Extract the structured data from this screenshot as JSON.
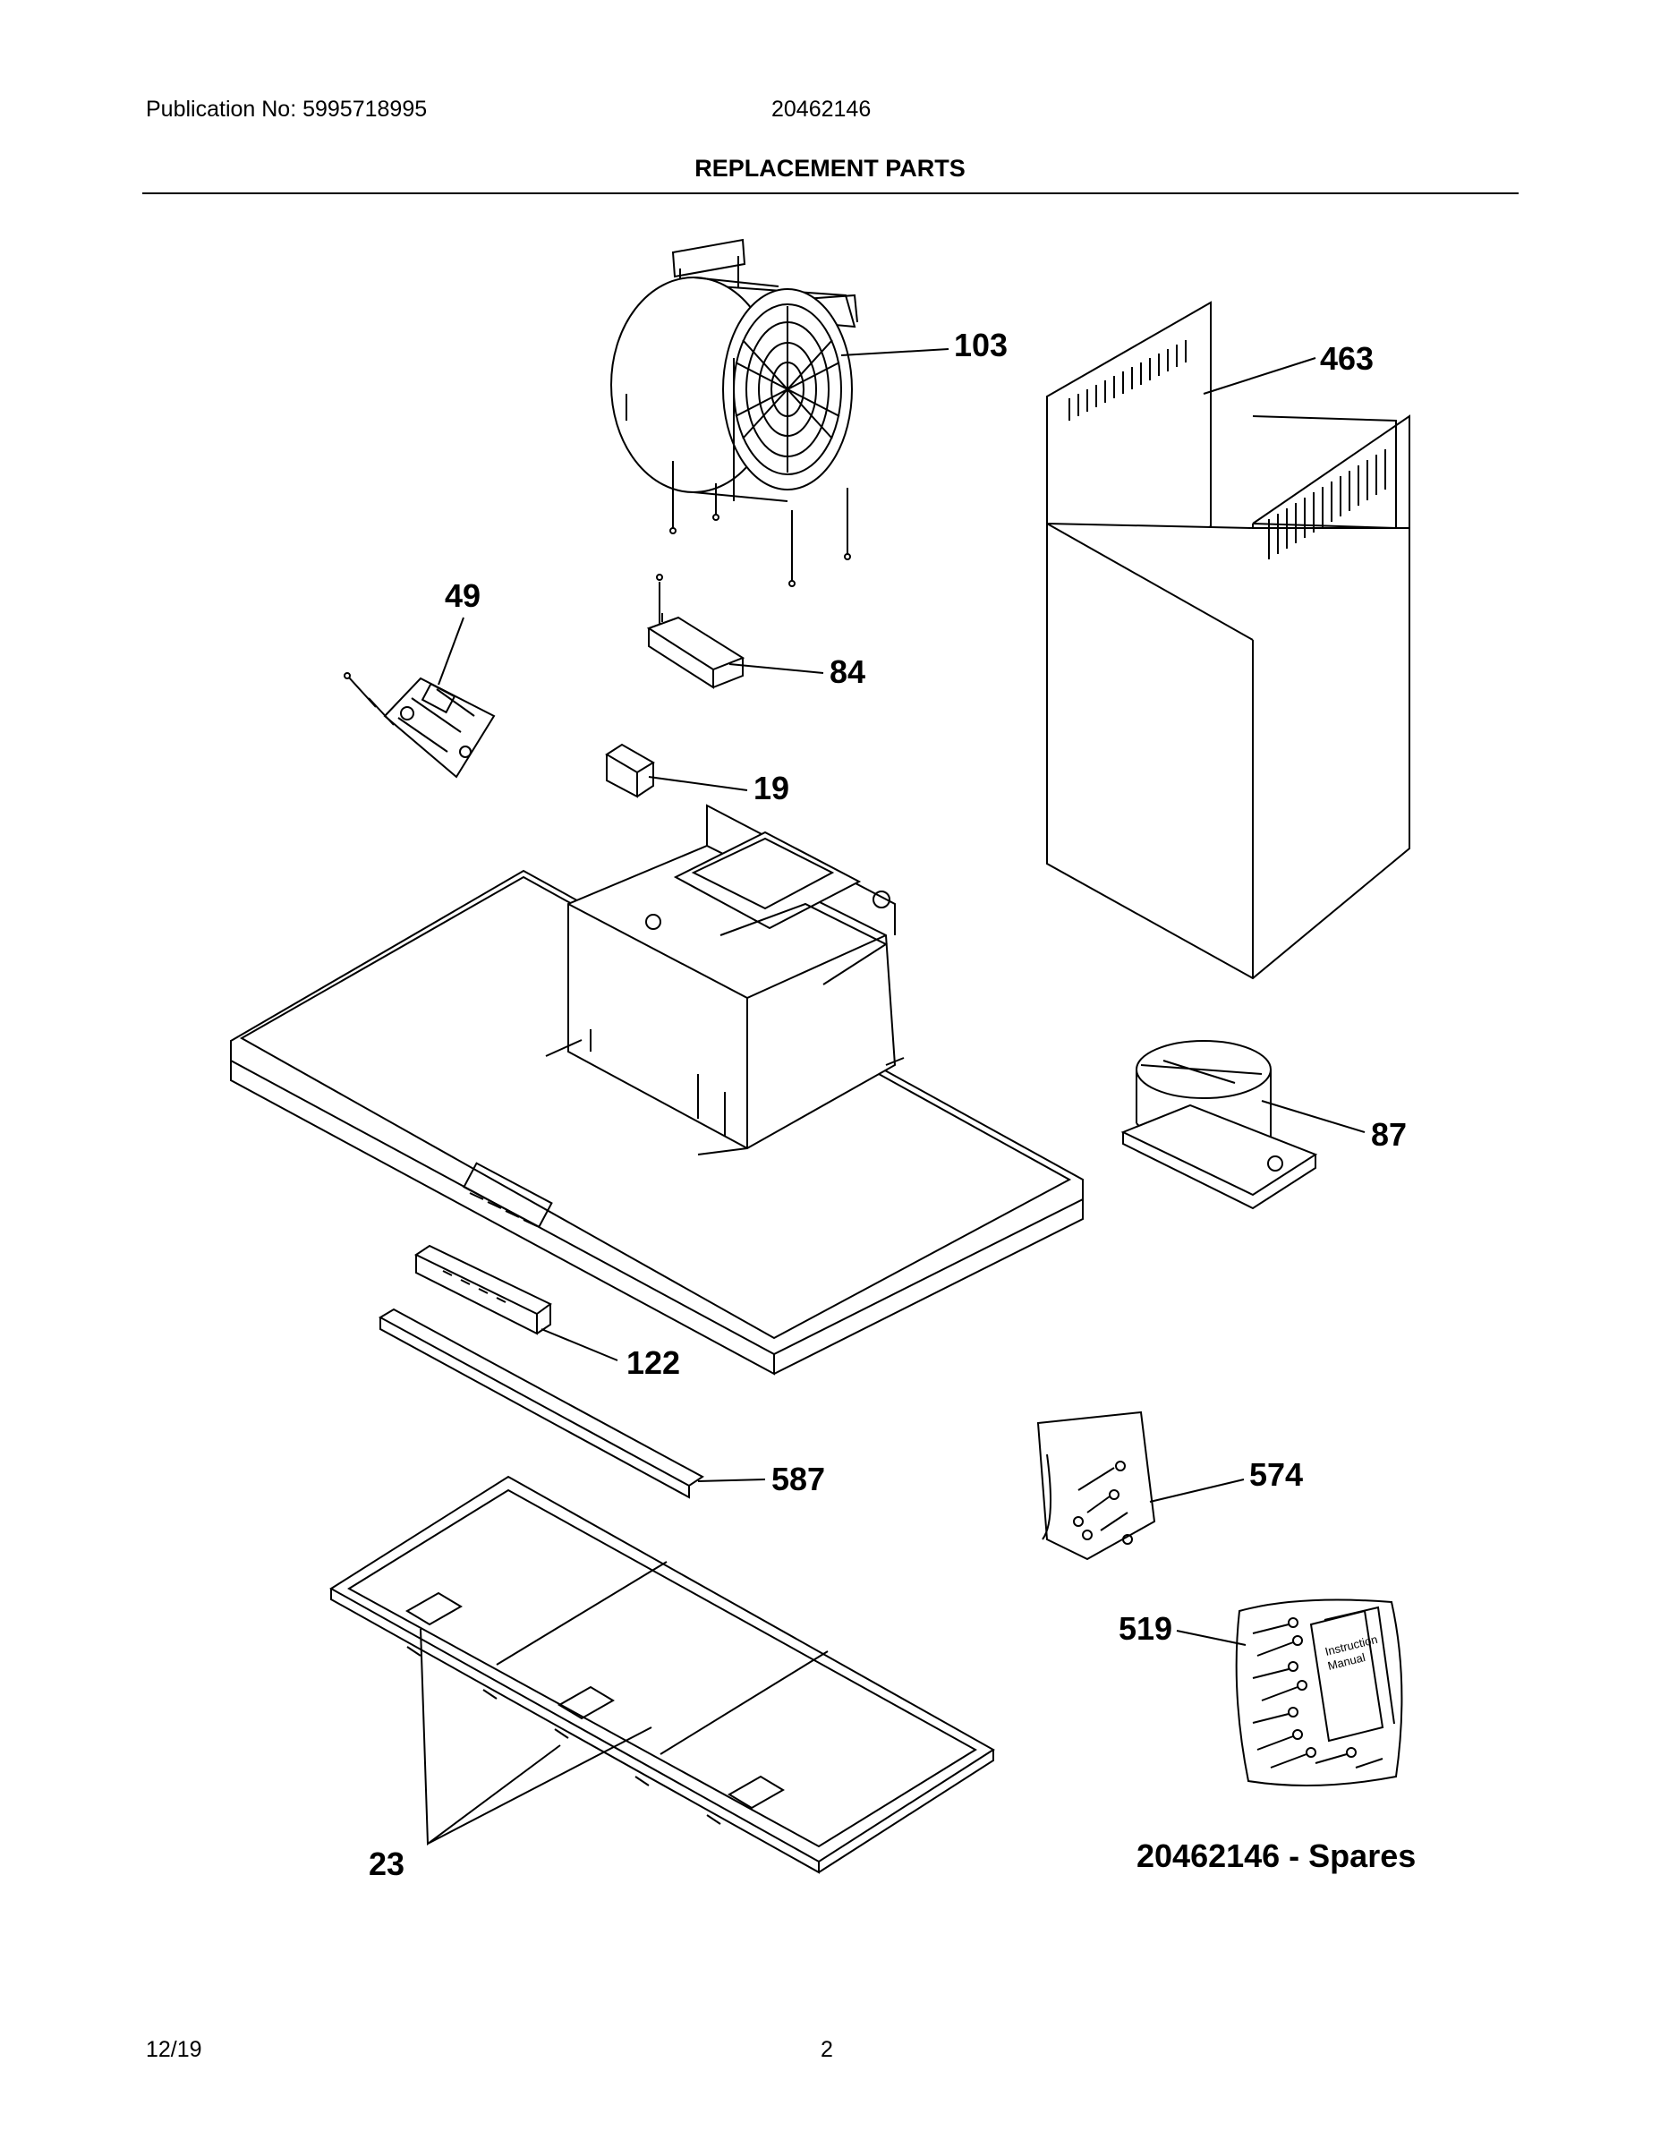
{
  "header": {
    "publication": "Publication No: 5995718995",
    "model": "20462146",
    "title": "REPLACEMENT PARTS"
  },
  "diagram": {
    "callouts": {
      "p103": "103",
      "p463": "463",
      "p49": "49",
      "p84": "84",
      "p19": "19",
      "p87": "87",
      "p122": "122",
      "p587": "587",
      "p574": "574",
      "p519": "519",
      "p23": "23"
    },
    "spares_caption": "20462146 - Spares",
    "manual_text": [
      "Instruction",
      "Manual"
    ]
  },
  "footer": {
    "date": "12/19",
    "page": "2"
  }
}
